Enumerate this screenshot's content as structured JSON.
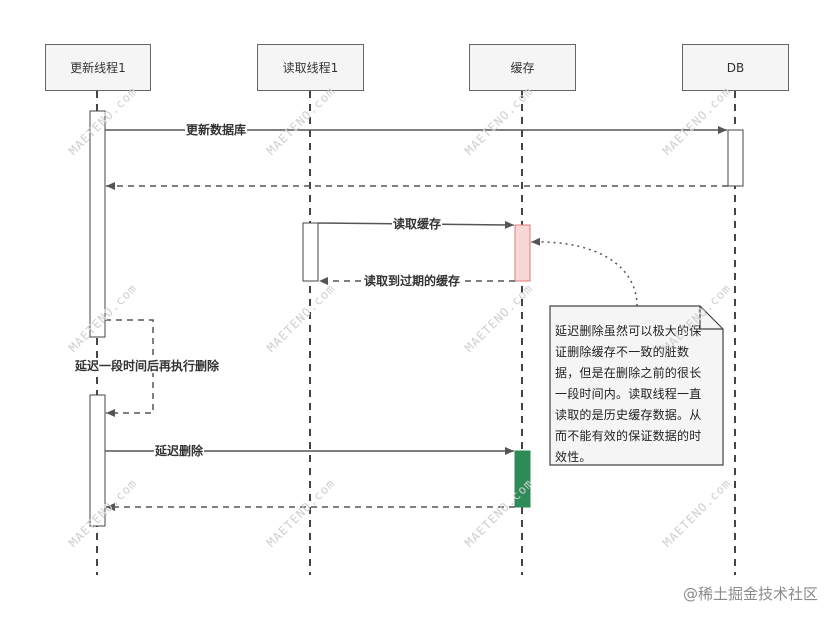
{
  "participants": [
    "更新线程1",
    "读取线程1",
    "缓存",
    "DB"
  ],
  "messages": {
    "update_db": "更新数据库",
    "read_cache": "读取缓存",
    "read_expired": "读取到过期的缓存",
    "delay_label": "延迟一段时间后再执行删除",
    "delayed_delete": "延迟删除"
  },
  "note": {
    "line1": "延迟删除虽然可以极大的保",
    "line2": "证删除缓存不一致的脏数",
    "line3": "据，但是在删除之前的很长",
    "line4": "一段时间内。读取线程一直",
    "line5": "读取的是历史缓存数据。从",
    "line6": "而不能有效的保证数据的时",
    "line7": "效性。"
  },
  "watermark": "MAETENO.com",
  "footer": "@稀土掘金技术社区",
  "colors": {
    "line": "#555555",
    "activation_cache_read": "#f8d7d7",
    "activation_cache_delete": "#2e8b57",
    "note_fill": "#f5f5f5"
  }
}
